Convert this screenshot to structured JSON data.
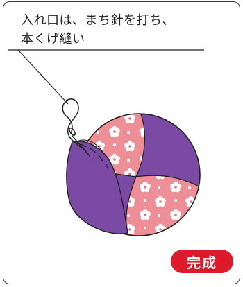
{
  "caption": {
    "line1": "入れ口は、まち針を打ち、",
    "line2": "本くげ縫い"
  },
  "badge": {
    "label": "完成"
  },
  "colors": {
    "purple": "#7b4aa4",
    "pink": "#ee8e97",
    "flower": "#ffffff",
    "badge_red": "#dd1a2a",
    "line": "#222222"
  }
}
